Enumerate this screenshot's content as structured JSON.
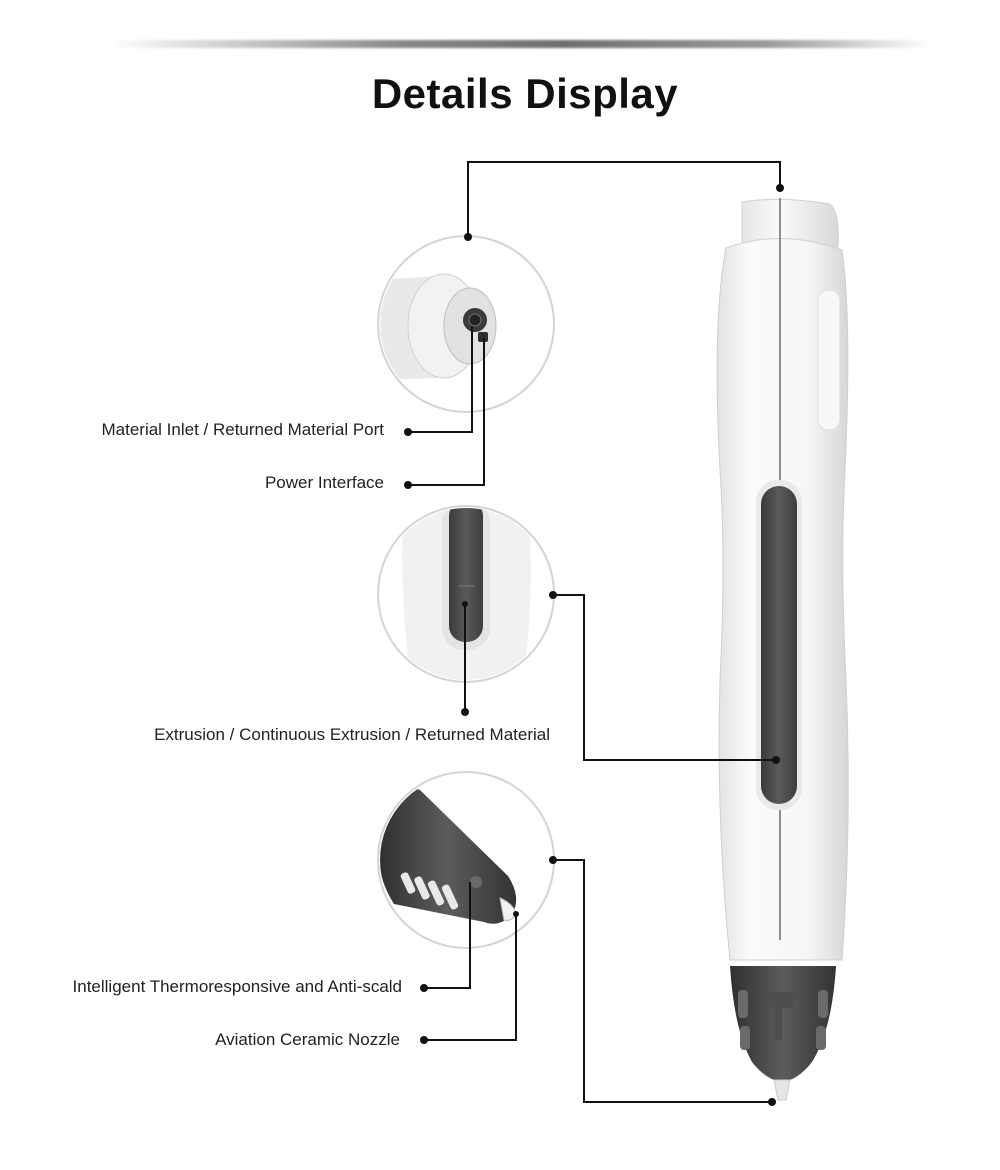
{
  "header": {
    "title": "Details Display"
  },
  "callouts": [
    {
      "id": "material-inlet",
      "label": "Material Inlet / Returned Material Port"
    },
    {
      "id": "power-interface",
      "label": "Power Interface"
    },
    {
      "id": "extrusion-button",
      "label": "Extrusion / Continuous Extrusion / Returned Material"
    },
    {
      "id": "thermoresponsive",
      "label": "Intelligent Thermoresponsive and Anti-scald"
    },
    {
      "id": "ceramic-nozzle",
      "label": "Aviation Ceramic Nozzle"
    }
  ],
  "colors": {
    "pen_body": "#f4f4f4",
    "pen_shadow": "#d9d9d9",
    "button_dark": "#4a4a4a",
    "nozzle_dark": "#3c3c3c",
    "leader_line": "#111111"
  },
  "icons": [
    "3d-pen-illustration",
    "detail-circle-top",
    "detail-circle-button",
    "detail-circle-nozzle"
  ]
}
